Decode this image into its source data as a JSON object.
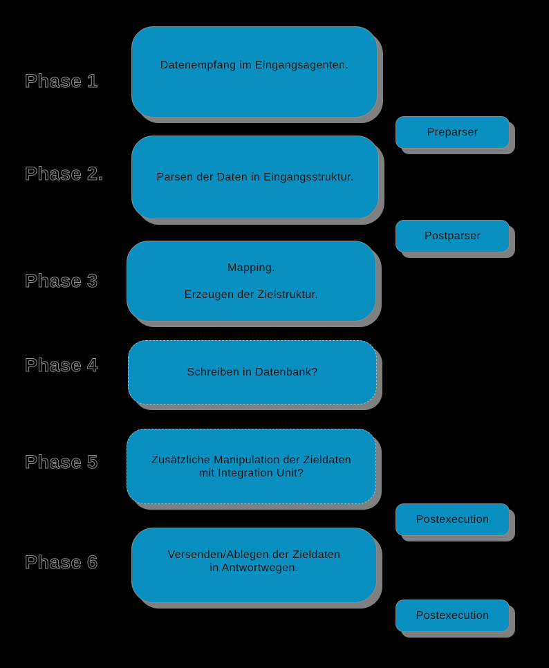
{
  "diagram": {
    "colors": {
      "background": "#000000",
      "box_fill": "#0a90c0",
      "shadow": "#808080",
      "box_text": "#151515",
      "label_outline": "#8f8f8f"
    },
    "phase_labels": [
      "Phase 1",
      "Phase 2.",
      "Phase 3",
      "Phase 4",
      "Phase 5",
      "Phase 6"
    ],
    "main_boxes": [
      {
        "style": "solid",
        "lines": [
          "Datenempfang im Eingangsagenten."
        ]
      },
      {
        "style": "solid",
        "lines": [
          "Parsen der Daten in Eingangsstruktur."
        ]
      },
      {
        "style": "solid",
        "lines": [
          "Mapping.",
          "Erzeugen der Zielstruktur."
        ]
      },
      {
        "style": "dashed",
        "lines": [
          "Schreiben in Datenbank?"
        ]
      },
      {
        "style": "dashed",
        "lines": [
          "Zusätzliche Manipulation der Zieldaten",
          "mit Integration Unit?"
        ]
      },
      {
        "style": "solid",
        "lines": [
          "Versenden/Ablegen der Zieldaten",
          "in Antwortwegen."
        ]
      }
    ],
    "side_boxes": [
      {
        "label": "Preparser"
      },
      {
        "label": "Postparser"
      },
      {
        "label": "Postexecution"
      },
      {
        "label": "Postexecution"
      }
    ]
  }
}
